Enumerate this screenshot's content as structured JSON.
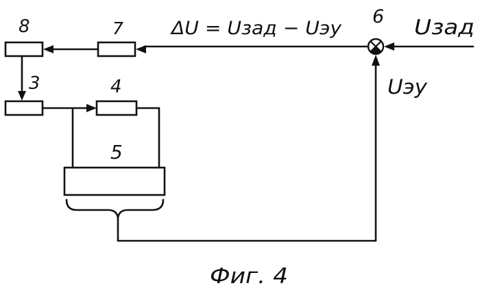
{
  "labels": {
    "block_8": "8",
    "block_7": "7",
    "block_6": "6",
    "block_3": "3",
    "block_4": "4",
    "block_5": "5"
  },
  "equation": "ΔU = Uзад − Uэу",
  "input_signal": "Uзад",
  "feedback_signal": "Uэу",
  "caption": "Фиг. 4",
  "colors": {
    "ink": "#111111",
    "background": "#ffffff"
  }
}
